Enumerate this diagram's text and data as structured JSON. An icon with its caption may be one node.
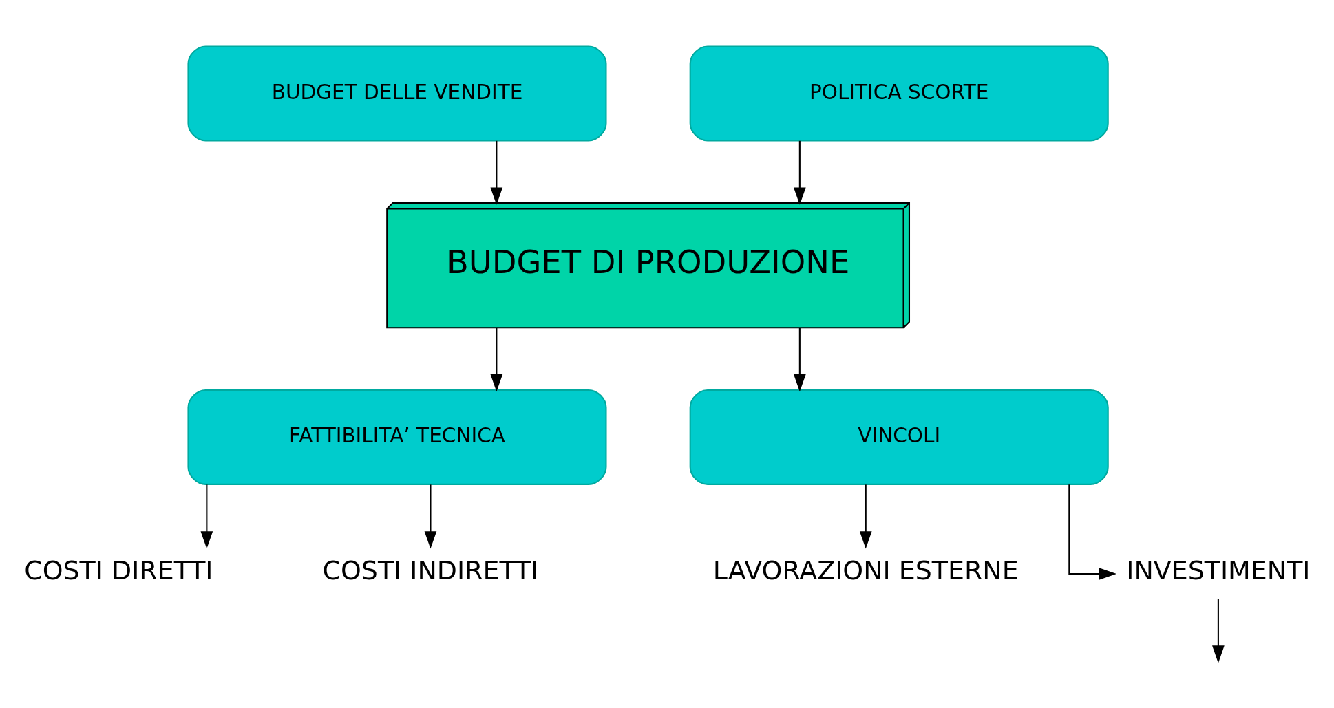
{
  "diagram": {
    "nodes": [
      {
        "text": [
          "BUDGET DELLE VENDITE"
        ]
      },
      {
        "text": [
          "POLITICA SCORTE"
        ]
      },
      {
        "text": [
          "BUDGET DI PRODUZIONE"
        ]
      },
      {
        "text": [
          "FATTIBILITA’ TECNICA"
        ]
      },
      {
        "text": [
          "VINCOLI"
        ]
      },
      {
        "text": [
          "COSTI DIRETTI"
        ]
      },
      {
        "text": [
          "COSTI INDIRETTI"
        ]
      },
      {
        "text": [
          "LAVORAZIONI ESTERNE"
        ]
      },
      {
        "text": [
          "INVESTIMENTI"
        ]
      }
    ],
    "edges": [
      {
        "from": 0,
        "to": 2,
        "arrow": "to"
      },
      {
        "from": 1,
        "to": 2,
        "arrow": "to"
      },
      {
        "from": 2,
        "to": 3,
        "arrow": "to"
      },
      {
        "from": 2,
        "to": 4,
        "arrow": "to"
      },
      {
        "from": 3,
        "to": 5,
        "arrow": "to"
      },
      {
        "from": 3,
        "to": 6,
        "arrow": "to"
      },
      {
        "from": 4,
        "to": 7,
        "arrow": "to"
      },
      {
        "from": 4,
        "to": 8,
        "arrow": "to"
      },
      {
        "from": 8,
        "to": null,
        "arrow": "to"
      }
    ]
  }
}
